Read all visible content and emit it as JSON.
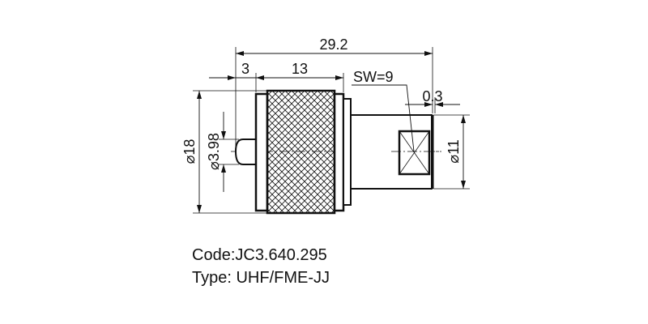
{
  "drawing": {
    "dimensions": {
      "overall_length": "29.2",
      "pin_length": "3",
      "knurl_length": "13",
      "wrench_size": "SW=9",
      "flange_thickness": "0.3",
      "outer_diameter": "⌀18",
      "pin_diameter": "⌀3.98",
      "body_diameter": "⌀11"
    },
    "line_color": "#111111"
  },
  "info": {
    "code": "Code:JC3.640.295",
    "type": "Type: UHF/FME-JJ"
  }
}
